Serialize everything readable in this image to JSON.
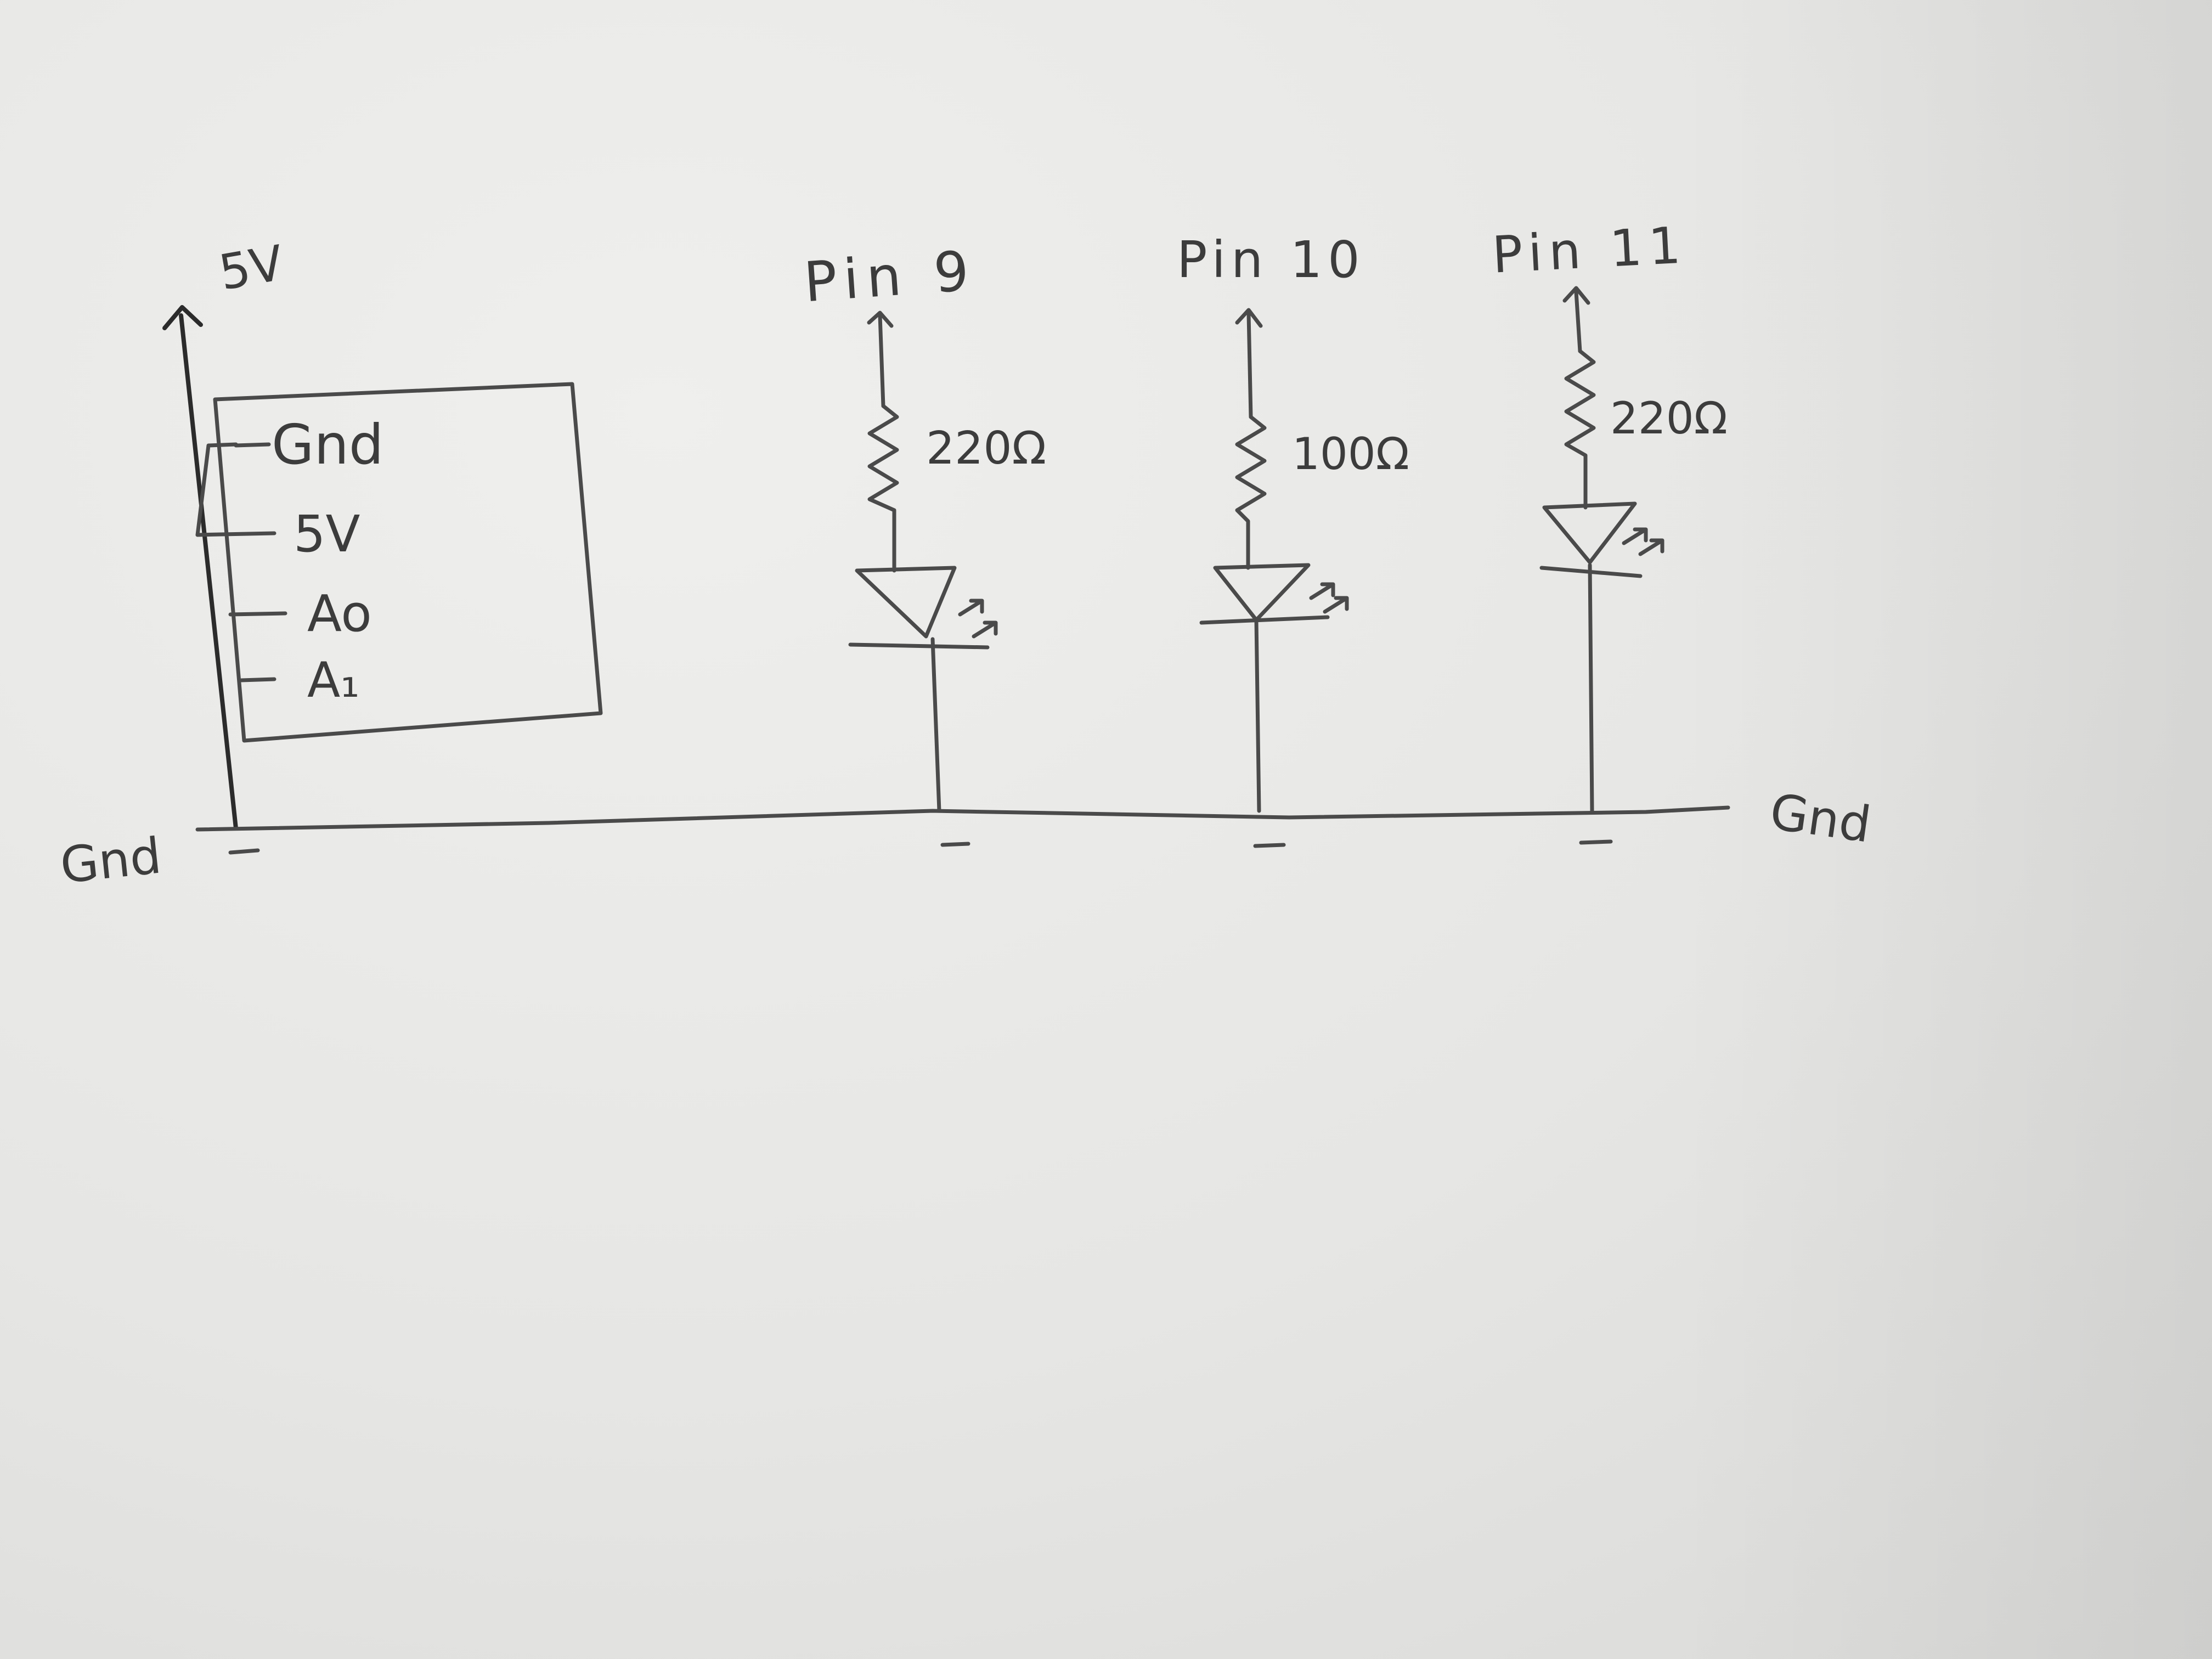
{
  "power": {
    "label": "5V"
  },
  "sensor_module": {
    "pins": [
      {
        "label": "Gnd"
      },
      {
        "label": "5V"
      },
      {
        "label": "Ao"
      },
      {
        "label": "A₁"
      }
    ]
  },
  "branches": [
    {
      "pin_label": "Pin 9",
      "resistor_label": "220Ω"
    },
    {
      "pin_label": "Pin 10",
      "resistor_label": "100Ω"
    },
    {
      "pin_label": "Pin 11",
      "resistor_label": "220Ω"
    }
  ],
  "ground": {
    "left_label": "Gnd",
    "right_label": "Gnd"
  },
  "colors": {
    "paper": "#e6e6e4",
    "ink": "#3c3c3c"
  }
}
